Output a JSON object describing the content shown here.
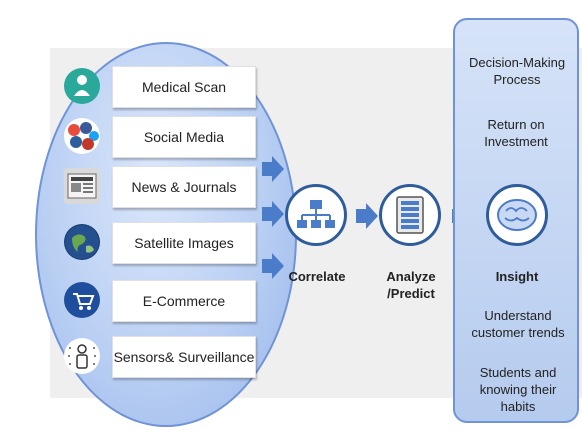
{
  "sources": [
    {
      "label": "Medical Scan",
      "icon": "medical-scan-icon"
    },
    {
      "label": "Social Media",
      "icon": "social-media-icon"
    },
    {
      "label": "News & Journals",
      "icon": "newspaper-icon"
    },
    {
      "label": "Satellite Images",
      "icon": "globe-icon"
    },
    {
      "label": "E-Commerce",
      "icon": "shopping-cart-icon"
    },
    {
      "label": "Sensors& Surveillance",
      "icon": "sensor-person-icon"
    }
  ],
  "steps": {
    "correlate": {
      "label": "Correlate",
      "icon": "network-hierarchy-icon"
    },
    "analyze": {
      "label": "Analyze /Predict",
      "icon": "server-rack-icon"
    },
    "insight": {
      "label": "Insight",
      "icon": "brain-icon"
    }
  },
  "outcomes": {
    "decision": "Decision-Making Process",
    "return": "Return on Investment",
    "understand": "Understand customer trends",
    "students": "Students and knowing their habits"
  },
  "colors": {
    "oval_fill": "#b9cff3",
    "arrow": "#4a7cc9",
    "node_border": "#2f5d9c"
  }
}
